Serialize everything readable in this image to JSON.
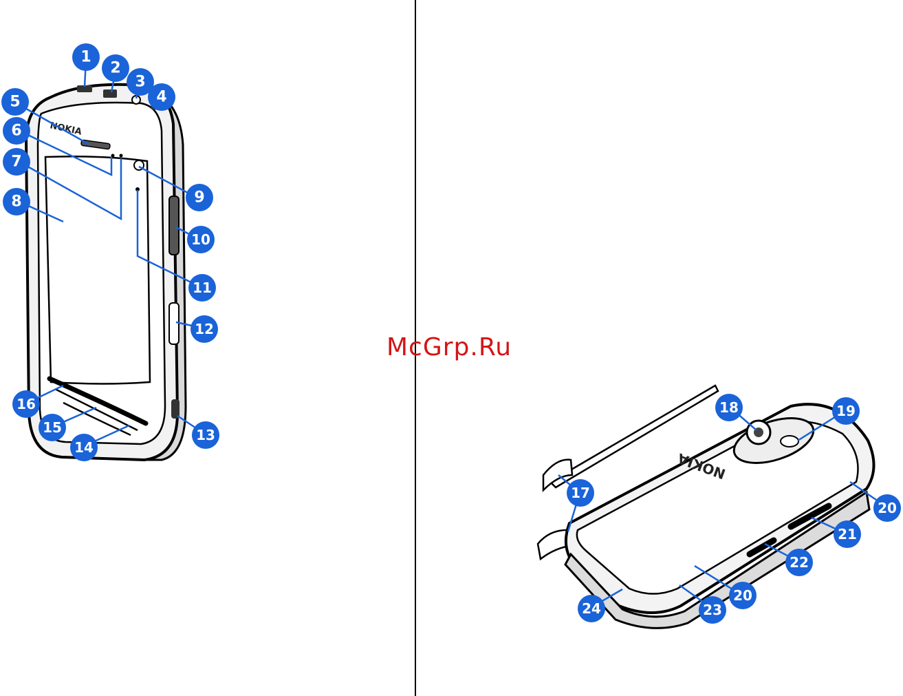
{
  "brand": "NOKIA",
  "watermark": "McGrp.Ru",
  "callout_color": "#1a63d8",
  "callouts": [
    "1",
    "2",
    "3",
    "4",
    "5",
    "6",
    "7",
    "8",
    "9",
    "10",
    "11",
    "12",
    "13",
    "14",
    "15",
    "16",
    "17",
    "18",
    "19",
    "20",
    "21",
    "22",
    "20",
    "23",
    "24"
  ]
}
